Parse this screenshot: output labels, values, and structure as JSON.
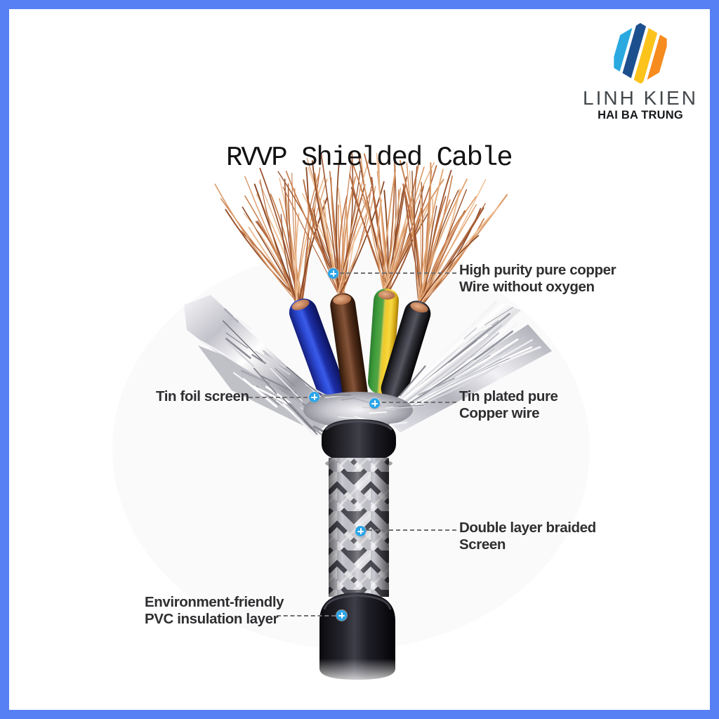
{
  "brand": {
    "name": "LINH KIEN",
    "subtitle": "HAI BA TRUNG"
  },
  "title": "RVVP Shielded Cable",
  "annotations": [
    {
      "part": "oxygen-free-copper-conductor",
      "side": "right",
      "lines": [
        "High purity pure copper",
        "Wire without oxygen"
      ]
    },
    {
      "part": "tin-foil-screen",
      "side": "left",
      "lines": [
        "Tin foil screen"
      ]
    },
    {
      "part": "tin-plated-copper-wire",
      "side": "right",
      "lines": [
        "Tin plated pure",
        "Copper wire"
      ]
    },
    {
      "part": "double-layer-braided-screen",
      "side": "right",
      "lines": [
        "Double layer braided",
        "Screen"
      ]
    },
    {
      "part": "pvc-insulation-layer",
      "side": "left",
      "lines": [
        "Environment-friendly",
        "PVC insulation layer"
      ]
    }
  ],
  "colors": {
    "frame_border": "#5880f5",
    "marker_blue": "#2ba5e8",
    "label_text": "#2f2f31",
    "leader_dash": "#707070",
    "title_text": "#121212",
    "logo": {
      "light_blue": "#2AA9E0",
      "dark_blue": "#1C4F8E",
      "yellow": "#FDC31D",
      "orange": "#F68B1F"
    },
    "cable": {
      "copper": "#c87f4e",
      "wire_blue": "#2c4ad6",
      "wire_brown": "#6b4026",
      "wire_yellow": "#f2cb2a",
      "wire_green": "#3f9e3c",
      "wire_black": "#2e2e36",
      "foil_silver": "#d9d9df",
      "pvc_black": "#1a1a20"
    }
  }
}
